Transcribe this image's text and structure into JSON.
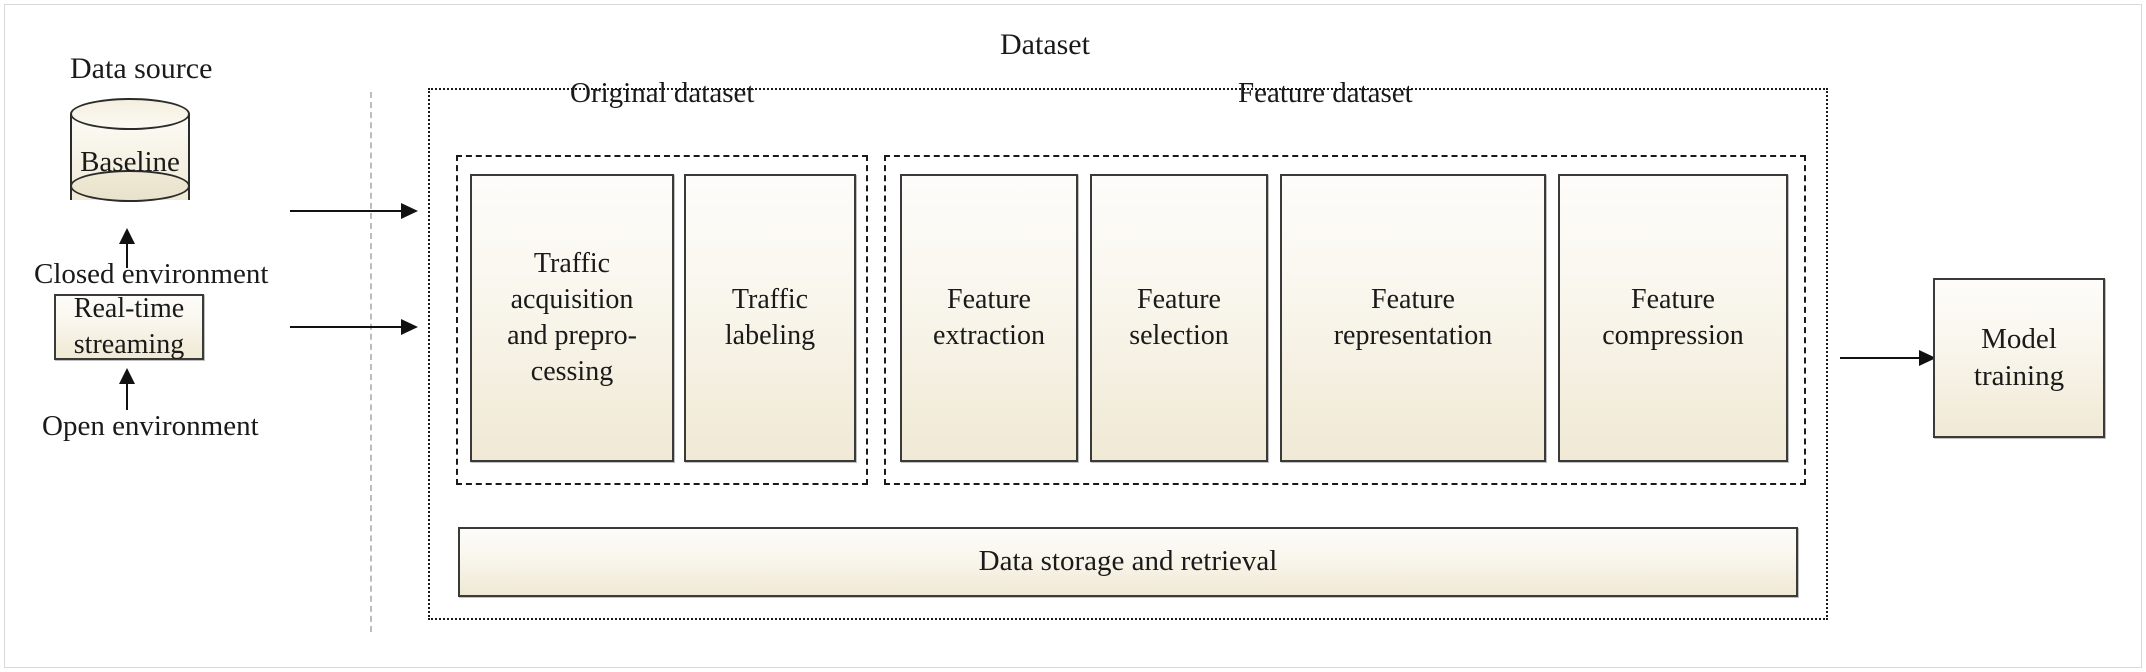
{
  "diagram": {
    "title": "Dataset",
    "left_column": {
      "data_source_label": "Data source",
      "baseline_label": "Baseline",
      "closed_environment_label": "Closed environment",
      "realtime_streaming_label": "Real-time streaming",
      "open_environment_label": "Open environment"
    },
    "dataset_container": {
      "title": "Dataset",
      "original_dataset": {
        "title": "Original dataset",
        "stages": [
          {
            "label": "Traffic acquisition and prepro-cessing"
          },
          {
            "label": "Traffic labeling"
          }
        ]
      },
      "feature_dataset": {
        "title": "Feature dataset",
        "stages": [
          {
            "label": "Feature extraction"
          },
          {
            "label": "Feature selection"
          },
          {
            "label": "Feature representation"
          },
          {
            "label": "Feature compression"
          }
        ]
      },
      "storage_bar_label": "Data storage and retrieval"
    },
    "output": {
      "model_training_label": "Model training"
    },
    "colors": {
      "box_fill_top": "#fdfcfa",
      "box_fill_bottom": "#efe9d6",
      "box_border": "#3a3a38",
      "dashed_border": "#1a1a1a",
      "divider": "#bcbcbc",
      "text": "#1a1a1a",
      "page_background": "#ffffff"
    }
  }
}
